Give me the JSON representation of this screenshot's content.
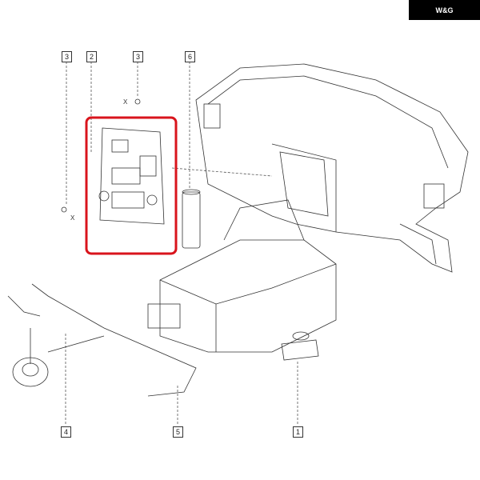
{
  "logo": {
    "text": "W&G"
  },
  "callouts": [
    {
      "number": "3"
    },
    {
      "number": "2"
    },
    {
      "number": "3"
    },
    {
      "number": "6"
    },
    {
      "number": "4"
    },
    {
      "number": "5"
    },
    {
      "number": "1"
    }
  ],
  "axis_marks": {
    "x1": "X",
    "x2": "X"
  },
  "highlight_color": "#d9141c"
}
